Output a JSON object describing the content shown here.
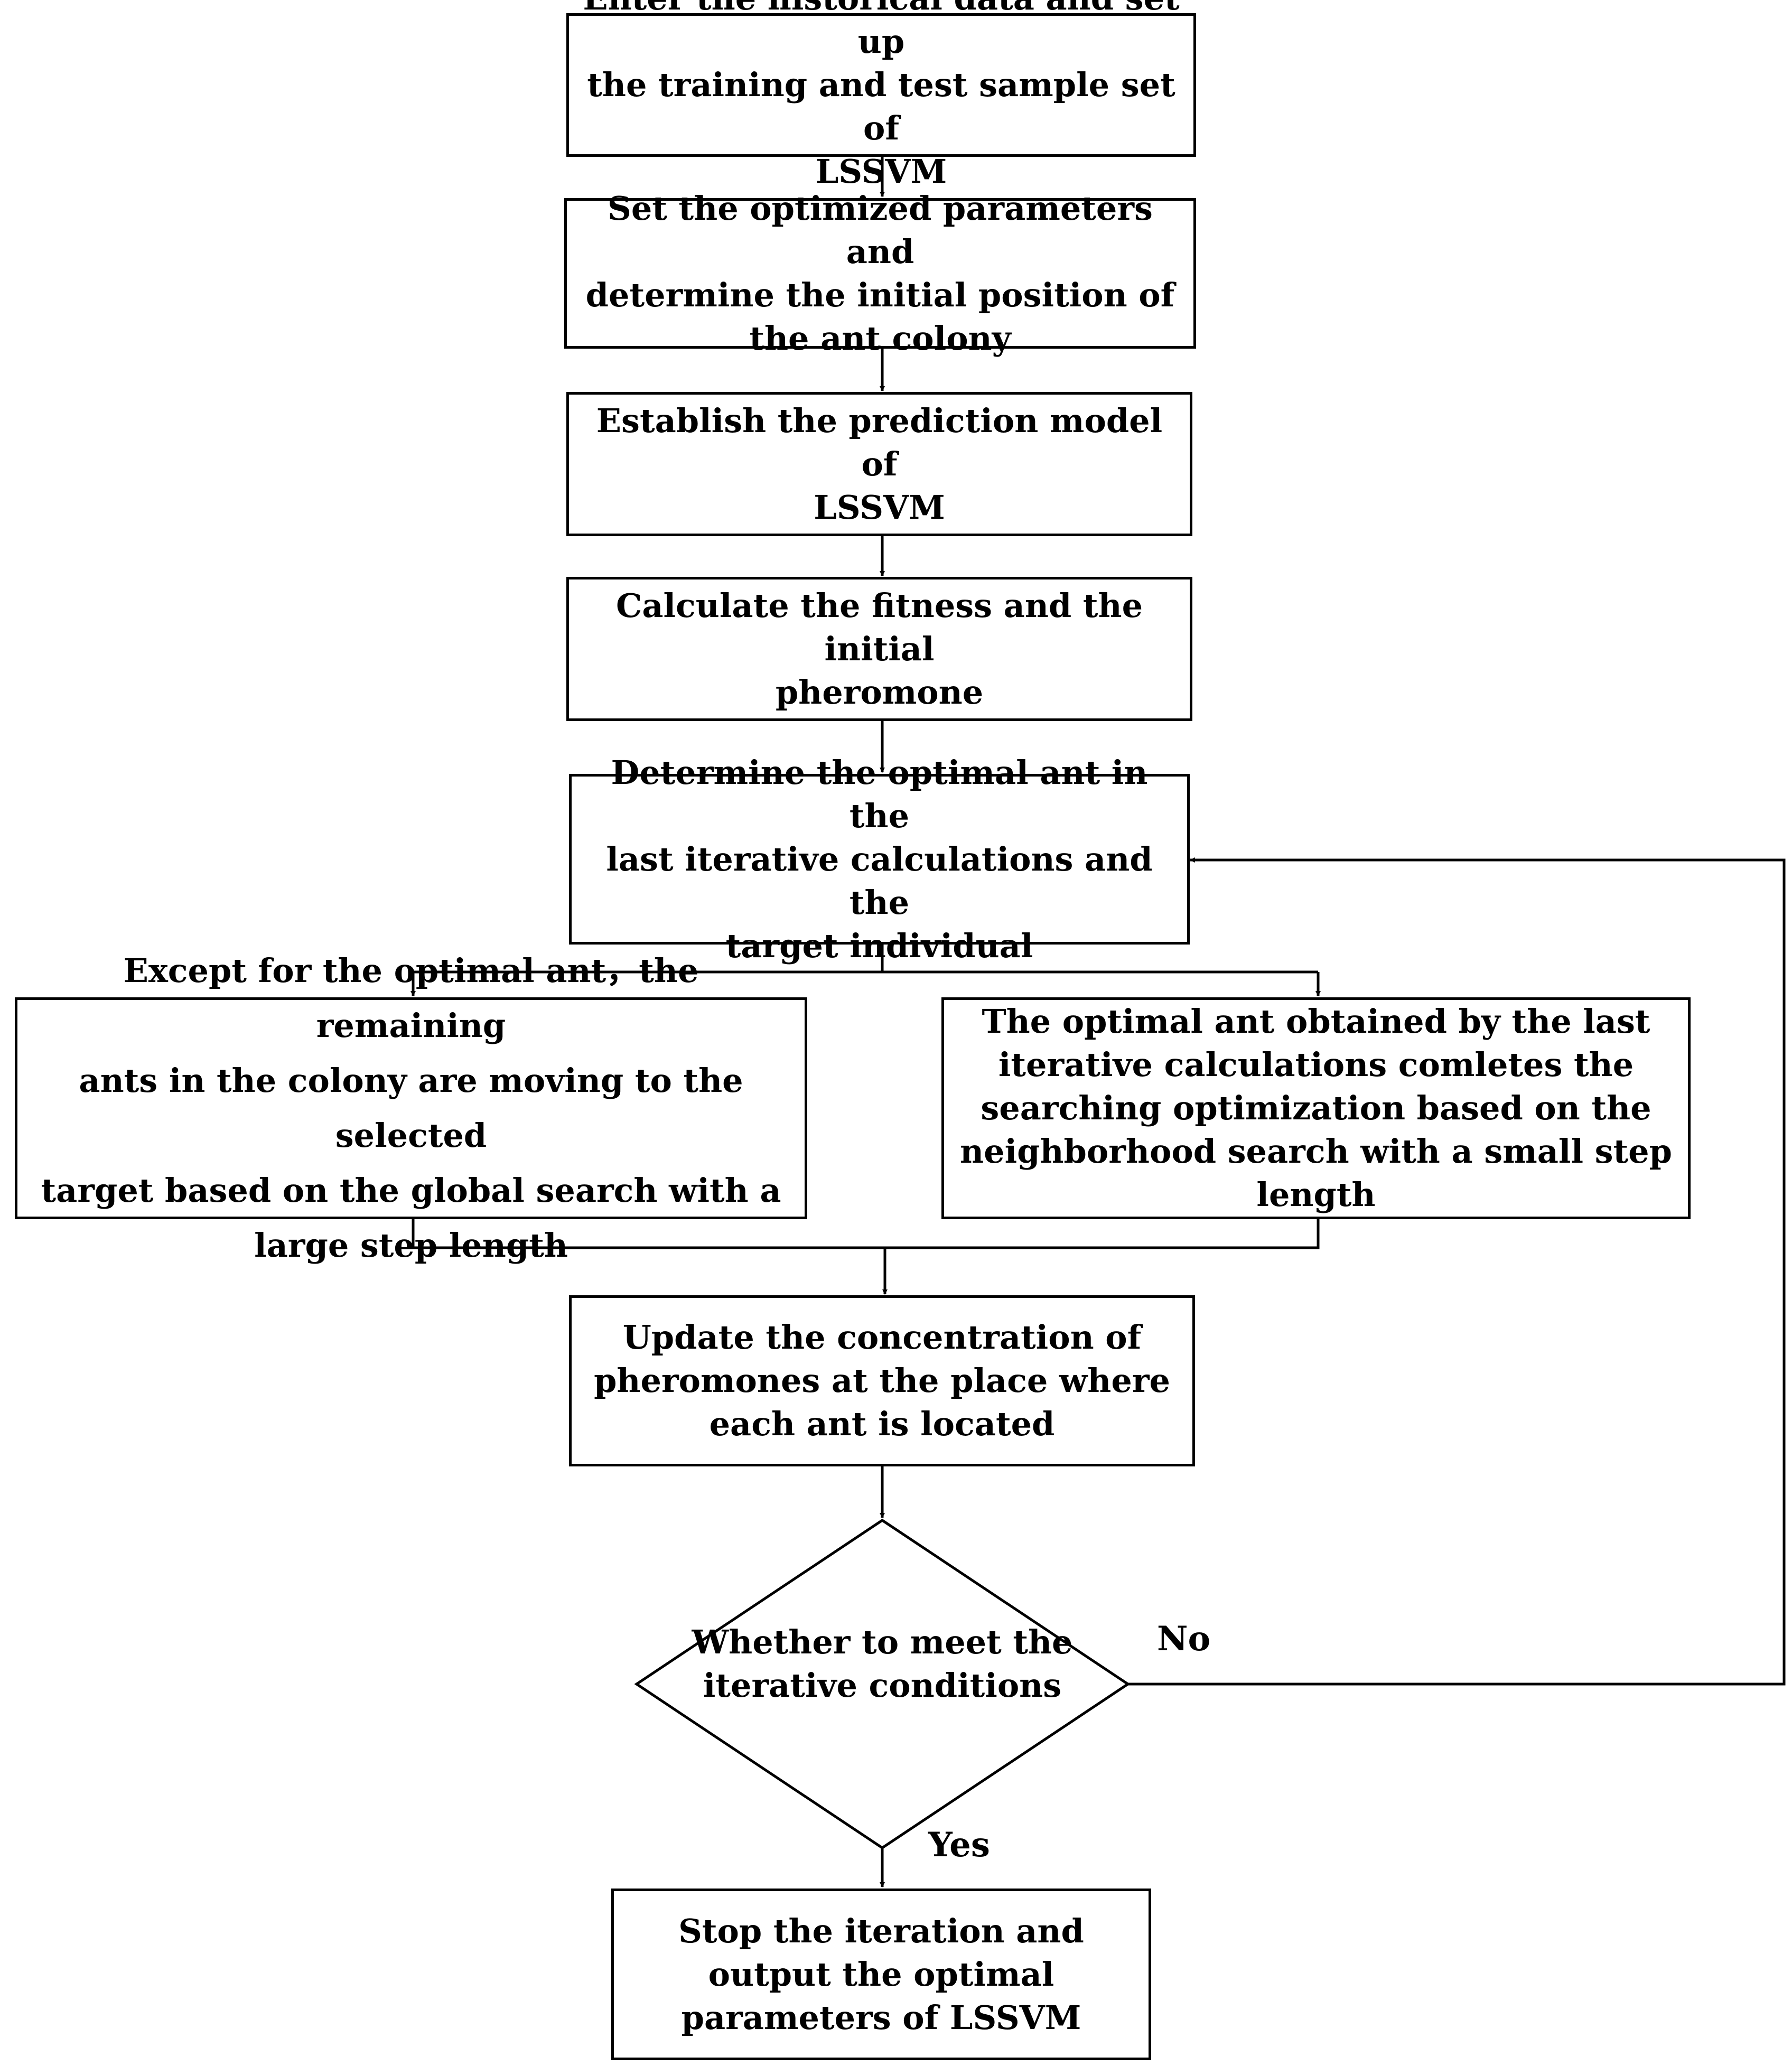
{
  "steps": {
    "enter_data": "Enter the historical data and set up\nthe training and test sample set of\nLSSVM",
    "set_parameters": "Set the optimized parameters and\ndetermine the initial position of\nthe ant colony",
    "establish_model": "Establish the prediction model of\nLSSVM",
    "calculate_fitness": "Calculate the fitness and the initial\npheromone",
    "determine_optimal": "Determine the optimal ant in the\nlast iterative calculations and the\ntarget individual",
    "global_search": "Except for the optimal ant，the remaining\nants in the colony are moving to the selected\ntarget based on the global search with a\nlarge step length",
    "neighborhood_search": "The optimal ant obtained by the last\niterative calculations comletes the\nsearching optimization based on the\nneighborhood search with a small step\nlength",
    "update_pheromone": "Update the concentration of\npheromones at the place where\neach ant is located",
    "decision": "Whether to meet the\niterative conditions",
    "stop": "Stop the iteration and\noutput the optimal\nparameters of LSSVM"
  },
  "edges": {
    "no_label": "No",
    "yes_label": "Yes"
  },
  "colors": {
    "stroke": "#000000",
    "background": "#ffffff"
  }
}
